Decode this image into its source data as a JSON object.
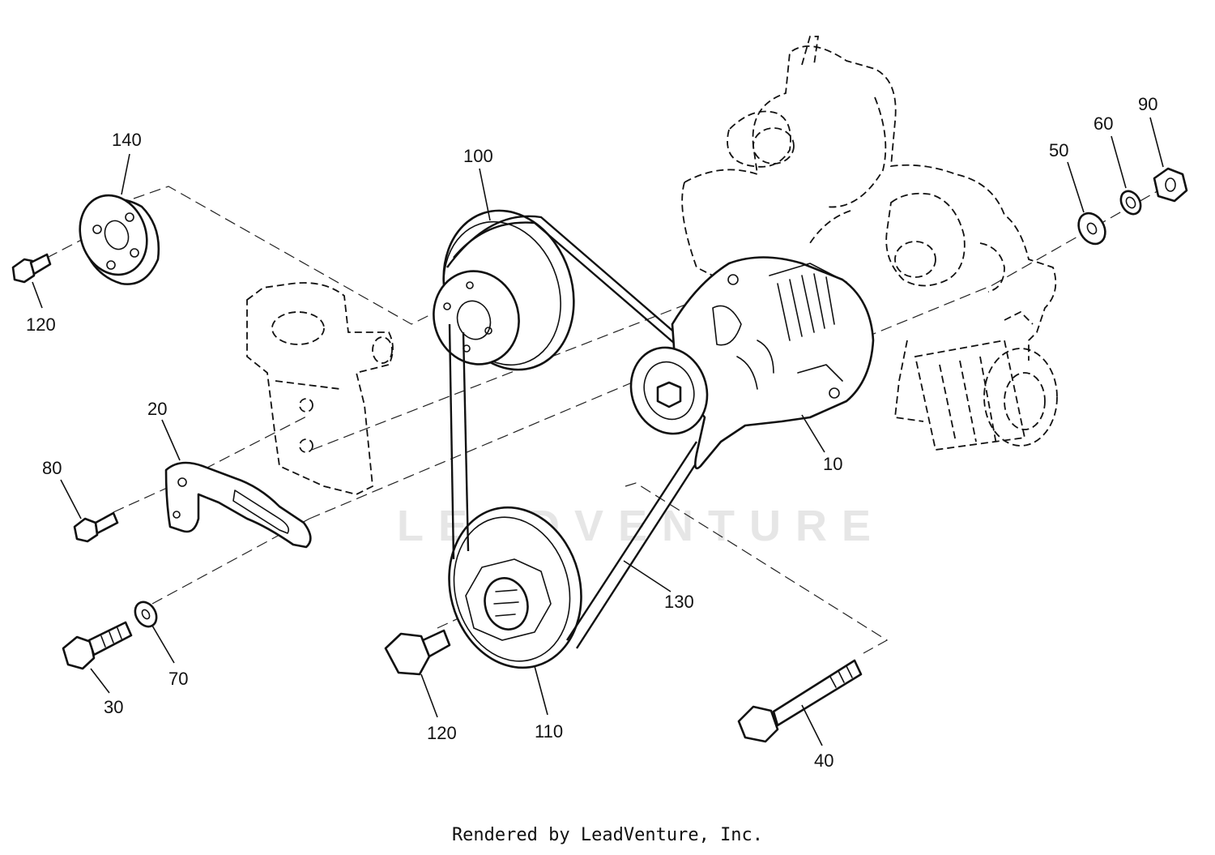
{
  "diagram": {
    "callouts": {
      "c140": "140",
      "c120a": "120",
      "c100": "100",
      "c20": "20",
      "c80": "80",
      "c10": "10",
      "c50": "50",
      "c60": "60",
      "c90": "90",
      "c130": "130",
      "c110": "110",
      "c120b": "120",
      "c30": "30",
      "c70": "70",
      "c40": "40"
    }
  },
  "watermark": "LEADVENTURE",
  "footer": "Rendered by LeadVenture, Inc."
}
